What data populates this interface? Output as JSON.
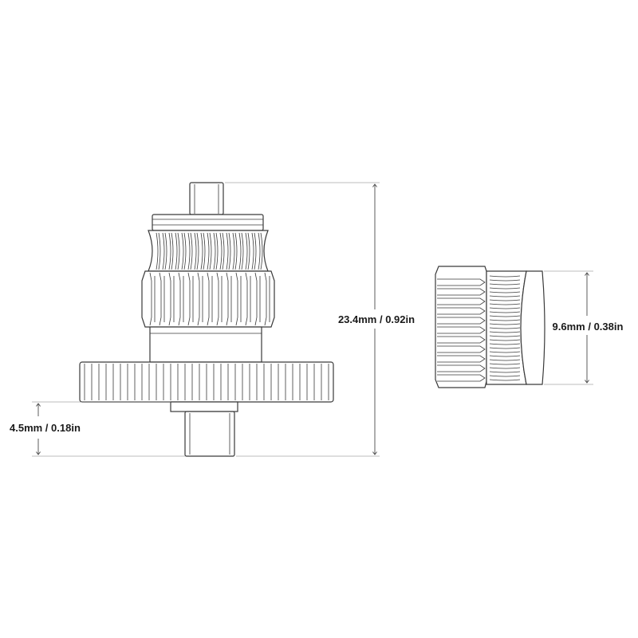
{
  "dimensions": {
    "overall_height": "23.4mm / 0.92in",
    "shaft_length": "4.5mm / 0.18in",
    "gear_height": "9.6mm / 0.38in"
  },
  "colors": {
    "line": "#3a3a3a",
    "text": "#1a1a1a",
    "background": "#ffffff"
  }
}
